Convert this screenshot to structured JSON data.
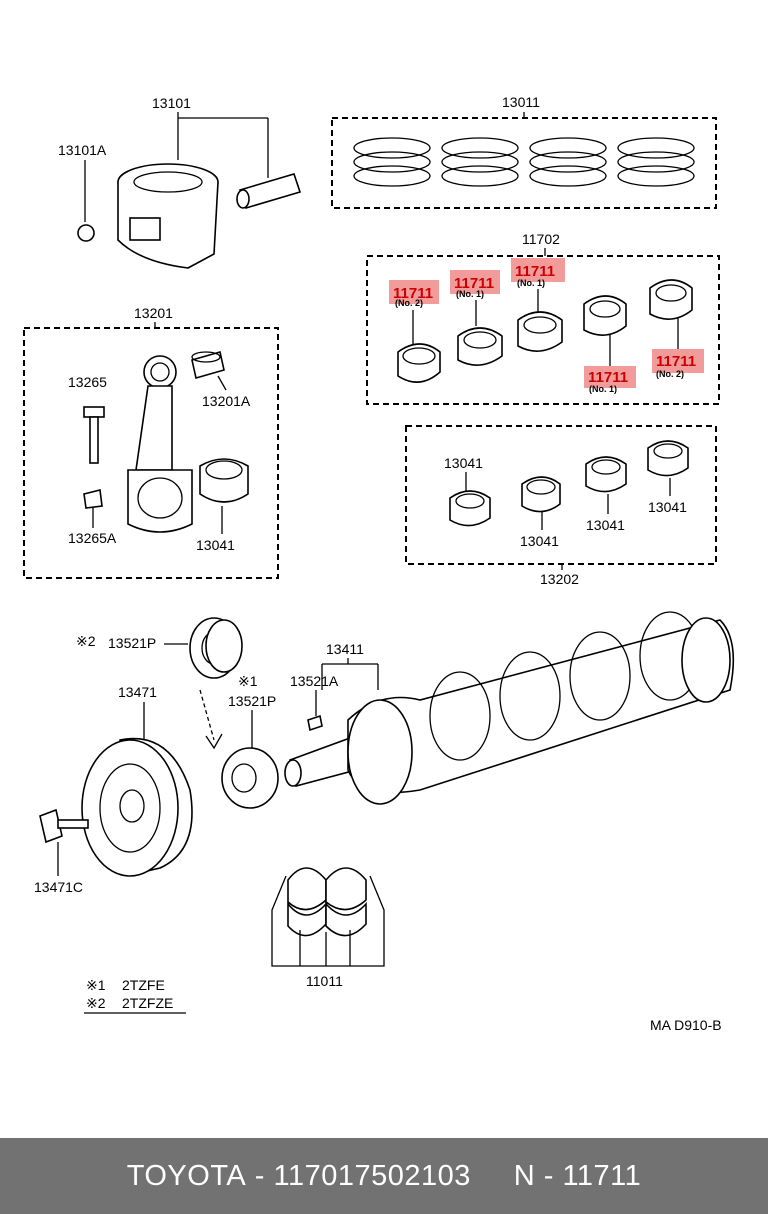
{
  "labels": {
    "piston": "13101",
    "piston_clip": "13101A",
    "ring_set": "13011",
    "bearing_set_top": "11702",
    "conrod_assy": "13201",
    "conrod_bolt": "13265",
    "conrod_nut": "13265A",
    "conrod_bushing": "13201A",
    "conrod_bearing": "13041",
    "conrod_bearing_set": "13202",
    "bearing_a": "13041",
    "bearing_b": "13041",
    "bearing_c": "13041",
    "bearing_d": "13041",
    "crank_gear_2": "13521P",
    "crank_gear_1": "13521P",
    "crank_key": "13521A",
    "crankshaft": "13411",
    "pulley": "13471",
    "pulley_bolt": "13471C",
    "thrust_washer": "11011",
    "mark_1": "※1",
    "mark_2": "※2",
    "code": "MA D910-B"
  },
  "highlights": [
    {
      "part": "11711",
      "note": "(No. 2)"
    },
    {
      "part": "11711",
      "note": "(No. 1)"
    },
    {
      "part": "11711",
      "note": "(No. 1)"
    },
    {
      "part": "11711",
      "note": "(No. 1)"
    },
    {
      "part": "11711",
      "note": "(No. 2)"
    }
  ],
  "legend": [
    {
      "mark": "※1",
      "text": "2TZFE"
    },
    {
      "mark": "※2",
      "text": "2TZFZE"
    }
  ],
  "footer": {
    "brand": "TOYOTA",
    "sep1": " - ",
    "number": "117017502103",
    "gap": "     ",
    "prefix": "N",
    "sep2": " - ",
    "part": "11711"
  },
  "colors": {
    "highlight": "#f08a8a",
    "highlight_text": "#c00000",
    "footer_bg": "#727272"
  }
}
